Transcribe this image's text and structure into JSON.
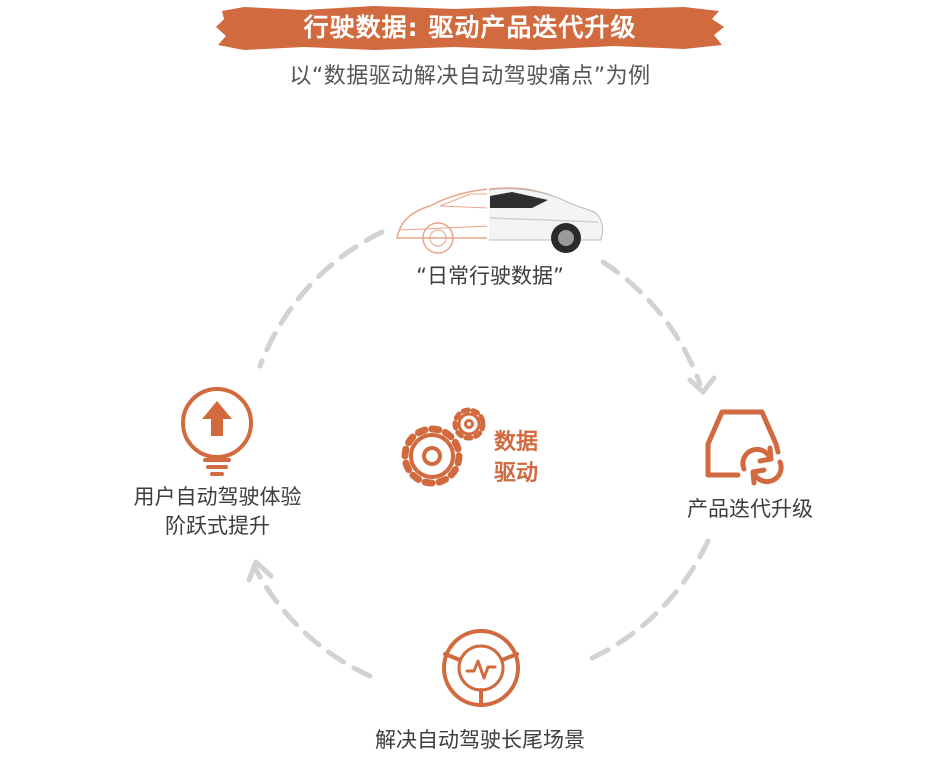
{
  "title": "行驶数据: 驱动产品迭代升级",
  "subtitle": "以“数据驱动解决自动驾驶痛点”为例",
  "colors": {
    "accent": "#d16a3f",
    "arrow": "#d2d2d2",
    "text": "#3d3d3d"
  },
  "cycle": {
    "top": {
      "label": "“日常行驶数据”",
      "icon": "car-half-sketch-half-photo"
    },
    "right": {
      "label": "产品迭代升级",
      "icon": "car-refresh-icon"
    },
    "bottom": {
      "label": "解决自动驾驶长尾场景",
      "icon": "steering-wheel-pulse-icon"
    },
    "left": {
      "label_line1": "用户自动驾驶体验",
      "label_line2": "阶跃式提升",
      "icon": "lightbulb-arrow-up-icon"
    },
    "center": {
      "label_line1": "数据",
      "label_line2": "驱动",
      "icon": "gears-icon"
    }
  }
}
